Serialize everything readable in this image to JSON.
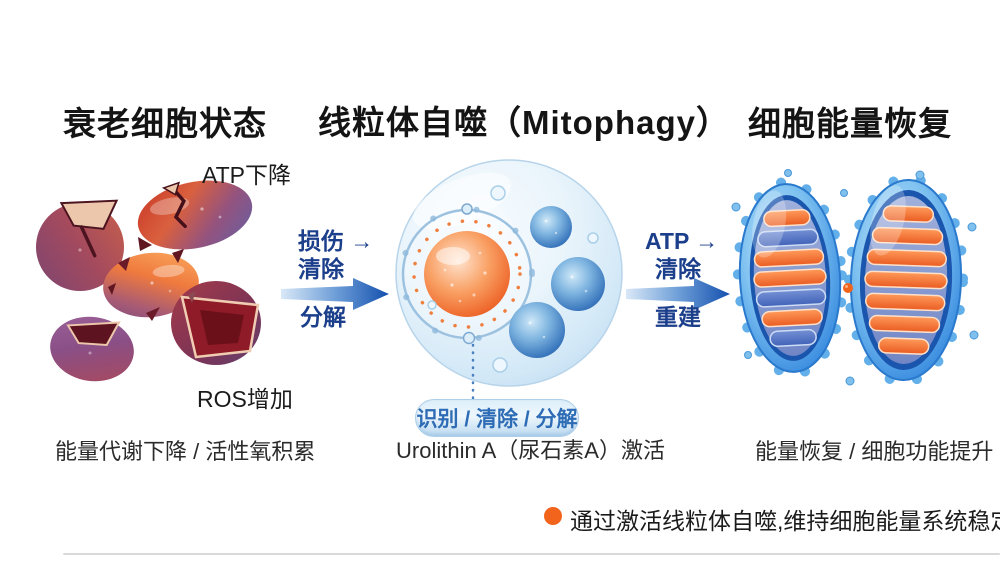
{
  "stage_left": {
    "title": "衰老细胞状态",
    "label_atp": "ATP下降",
    "label_ros": "ROS增加",
    "caption": "能量代谢下降 / 活性氧积累",
    "illustration": "damaged-mitochondria"
  },
  "stage_middle": {
    "title": "线粒体自噬（Mitophagy）",
    "pill_label": "识别 / 清除 / 分解",
    "caption": "Urolithin A（尿石素A）激活",
    "illustration": "autophagy-cell"
  },
  "stage_right": {
    "title": "细胞能量恢复",
    "caption": "能量恢复 / 细胞功能提升",
    "illustration": "healthy-mitochondria"
  },
  "arrow_left": {
    "line1": "损伤 →",
    "line2": "清除",
    "line3": "分解"
  },
  "arrow_right": {
    "line1": "ATP →",
    "line2": "清除",
    "line3": "重建"
  },
  "footer": {
    "note": "通过激活线粒体自噬,维持细胞能量系统稳定"
  },
  "colors": {
    "arrow_text_blue": "#1c3f8c",
    "arrow_gradient_start": "#d9e8f7",
    "arrow_gradient_end": "#1450ae",
    "pill_text_blue": "#2e6cb5",
    "footer_dot_orange": "#f2641c",
    "divider_gray": "#d9d9d9",
    "cell_blue": "#bcdcf2",
    "organelle_orange": "#ef6a2e",
    "organelle_blue": "#2f6fb5"
  }
}
